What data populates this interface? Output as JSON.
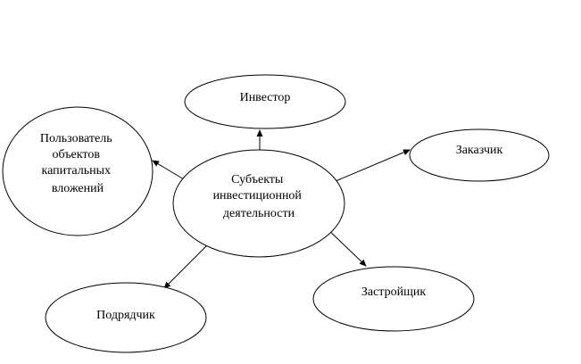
{
  "diagram": {
    "center": {
      "lines": [
        "Субъекты",
        "инвестиционной",
        "деятельности"
      ]
    },
    "investor": {
      "lines": [
        "Инвестор"
      ]
    },
    "customer": {
      "lines": [
        "Заказчик"
      ]
    },
    "user": {
      "lines": [
        "Пользователь",
        "объектов",
        "капитальных",
        "вложений"
      ]
    },
    "developer": {
      "lines": [
        "Застройщик"
      ]
    },
    "contractor": {
      "lines": [
        "Подрядчик"
      ]
    }
  },
  "colors": {
    "stroke": "#000000",
    "fill": "#ffffff",
    "background": "#ffffff"
  }
}
